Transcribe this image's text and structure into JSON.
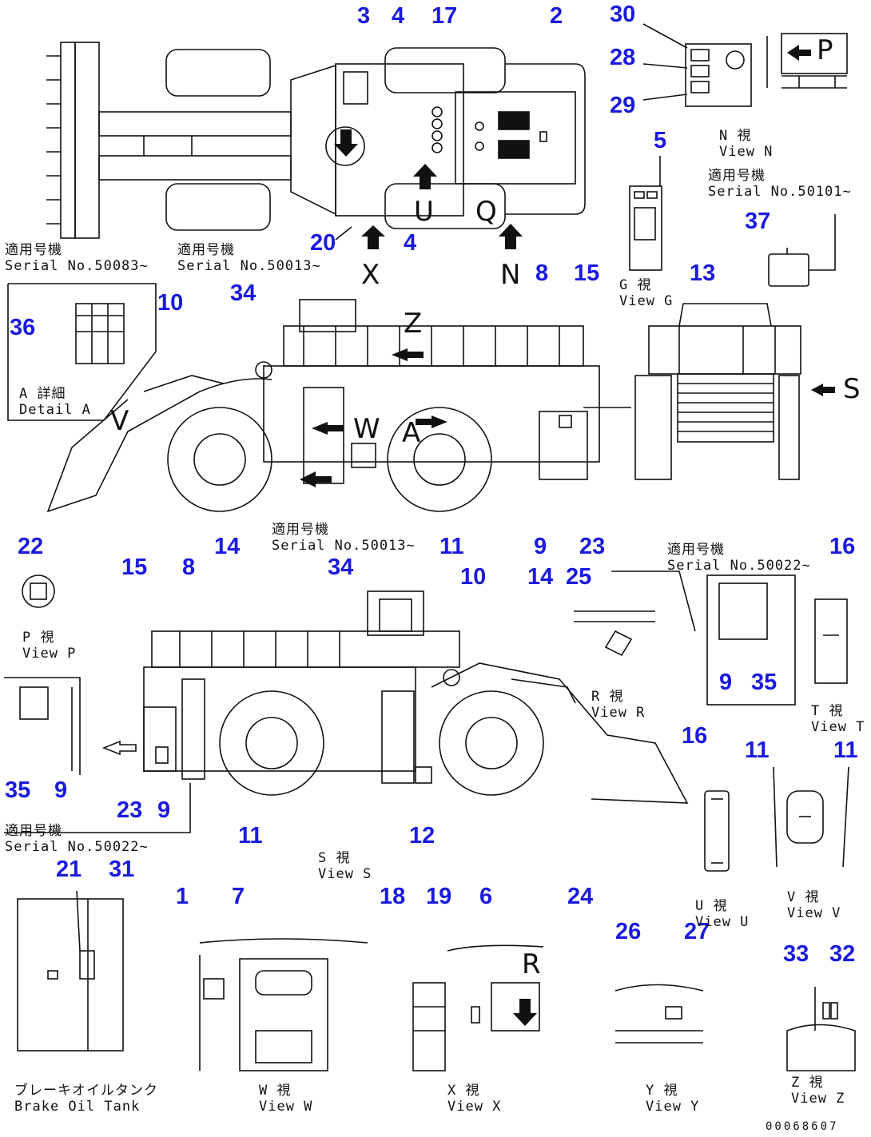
{
  "callouts": {
    "c1": "1",
    "c2": "2",
    "c3": "3",
    "c4a": "4",
    "c4b": "4",
    "c5": "5",
    "c6": "6",
    "c7": "7",
    "c8a": "8",
    "c8b": "8",
    "c9a": "9",
    "c9b": "9",
    "c9c": "9",
    "c9d": "9",
    "c10a": "10",
    "c10b": "10",
    "c11a": "11",
    "c11b": "11",
    "c11c": "11",
    "c11d": "11",
    "c12": "12",
    "c13": "13",
    "c14a": "14",
    "c14b": "14",
    "c15a": "15",
    "c15b": "15",
    "c16a": "16",
    "c16b": "16",
    "c17": "17",
    "c18": "18",
    "c19": "19",
    "c20": "20",
    "c21": "21",
    "c22": "22",
    "c23a": "23",
    "c23b": "23",
    "c24": "24",
    "c25": "25",
    "c26": "26",
    "c27": "27",
    "c28": "28",
    "c29": "29",
    "c30": "30",
    "c31": "31",
    "c32": "32",
    "c33": "33",
    "c34a": "34",
    "c34b": "34",
    "c35a": "35",
    "c35b": "35",
    "c36": "36",
    "c37": "37"
  },
  "captions": {
    "serial_50083": {
      "jp": "適用号機",
      "en": "Serial No.50083~"
    },
    "serial_50013_top": {
      "jp": "適用号機",
      "en": "Serial No.50013~"
    },
    "view_n": {
      "jp": "N 視",
      "en": "View N"
    },
    "serial_50101": {
      "jp": "適用号機",
      "en": "Serial No.50101~"
    },
    "view_g": {
      "jp": "G 視",
      "en": "View G"
    },
    "detail_a": {
      "jp": "A 詳細",
      "en": "Detail A"
    },
    "serial_50013_mid": {
      "jp": "適用号機",
      "en": "Serial No.50013~"
    },
    "serial_50022_right": {
      "jp": "適用号機",
      "en": "Serial No.50022~"
    },
    "view_p": {
      "jp": "P 視",
      "en": "View P"
    },
    "view_r": {
      "jp": "R 視",
      "en": "View R"
    },
    "view_t": {
      "jp": "T 視",
      "en": "View T"
    },
    "serial_50022_left": {
      "jp": "適用号機",
      "en": "Serial No.50022~"
    },
    "view_s": {
      "jp": "S 視",
      "en": "View S"
    },
    "view_u": {
      "jp": "U 視",
      "en": "View U"
    },
    "view_v": {
      "jp": "V 視",
      "en": "View V"
    },
    "brake_tank": {
      "jp": "ブレーキオイルタンク",
      "en": "Brake Oil Tank"
    },
    "view_w": {
      "jp": "W 視",
      "en": "View W"
    },
    "view_x": {
      "jp": "X 視",
      "en": "View X"
    },
    "view_y": {
      "jp": "Y 視",
      "en": "View Y"
    },
    "view_z": {
      "jp": "Z 視",
      "en": "View Z"
    }
  },
  "view_letters": {
    "x": "X",
    "n": "N",
    "u": "U",
    "q": "Q",
    "p": "P",
    "z": "Z",
    "w": "W",
    "a": "A",
    "s": "S",
    "v": "V",
    "r": "R"
  },
  "document_number": "00068607"
}
